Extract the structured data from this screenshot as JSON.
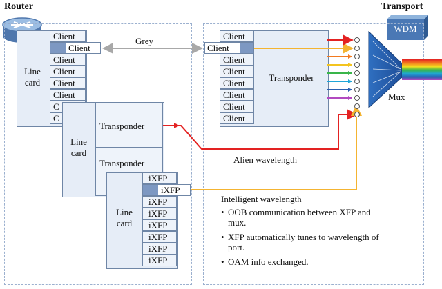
{
  "titles": {
    "router": "Router",
    "transport": "Transport",
    "wdm": "WDM"
  },
  "linecard1": {
    "label": "Line card",
    "clients": [
      "Client",
      "Client",
      "Client",
      "Client",
      "Client",
      "Client",
      "C",
      "C"
    ]
  },
  "linecard2": {
    "label": "Line card",
    "transponders": [
      "Transponder",
      "Transponder"
    ]
  },
  "linecard3": {
    "label": "Line card",
    "ixfps": [
      "iXFP",
      "iXFP",
      "iXFP",
      "iXFP",
      "iXFP",
      "iXFP",
      "iXFP",
      "iXFP"
    ]
  },
  "transport": {
    "clients": [
      "Client",
      "Client",
      "Client",
      "Client",
      "Client",
      "Client",
      "Client",
      "Client"
    ],
    "transponder_label": "Transponder",
    "mux_label": "Mux"
  },
  "links": {
    "grey": "Grey",
    "alien": "Alien wavelength",
    "intelligent": "Intelligent wavelength"
  },
  "notes": [
    "OOB communication between XFP and mux.",
    "XFP automatically tunes to wavelength of port.",
    "OAM info exchanged."
  ],
  "colors": {
    "grey_link": "#a8a8a8",
    "alien_link": "#e32222",
    "intelligent_link": "#f4b431",
    "lambdas": [
      "#e32222",
      "#f37a1f",
      "#f4c41f",
      "#39b54a",
      "#1fa6d8",
      "#2a5fb0",
      "#b24ac0"
    ]
  }
}
